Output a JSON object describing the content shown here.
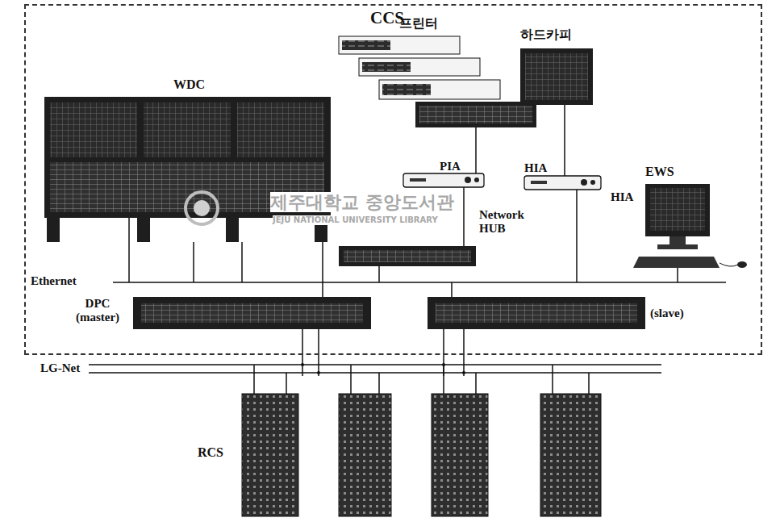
{
  "diagram": {
    "nodes": [
      {
        "text": [
          "CCS"
        ]
      },
      {
        "text": [
          "WDC"
        ],
        "in": 0
      },
      {
        "text": [
          "프린터"
        ],
        "in": 0
      },
      {
        "text": [
          "하드카피"
        ],
        "in": 0
      },
      {
        "text": [
          "PIA"
        ],
        "in": 0
      },
      {
        "text": [
          "HIA"
        ],
        "in": 0
      },
      {
        "text": [
          "EWS"
        ],
        "in": 0
      },
      {
        "text": [
          "Network HUB"
        ],
        "in": 0
      },
      {
        "text": [
          "DPC (master)"
        ],
        "in": 0
      },
      {
        "text": [
          "(slave)"
        ],
        "in": 0
      },
      {
        "text": [
          "RCS"
        ]
      }
    ],
    "edges": [
      {
        "from": 2,
        "to": 4,
        "arrow": "none"
      },
      {
        "from": 4,
        "to": 7,
        "arrow": "none"
      },
      {
        "from": 3,
        "to": 5,
        "arrow": "none"
      }
    ],
    "labels": [
      "Ethernet",
      "LG-Net",
      "HIA",
      "제주대학교 중앙도서관",
      "JEJU NATIONAL UNIVERSITY LIBRARY"
    ]
  }
}
